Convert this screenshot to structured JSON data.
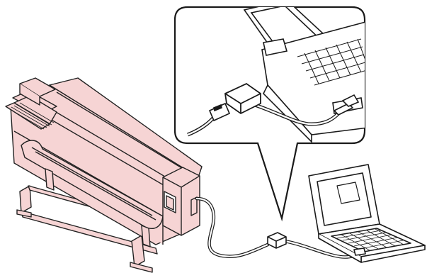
{
  "diagram": {
    "subject": "usb-connection-printer-to-computer",
    "components": [
      {
        "name": "large-format-printer-icon"
      },
      {
        "name": "laptop-computer-icon"
      },
      {
        "name": "usb-cable-icon"
      },
      {
        "name": "usb-connector-icon"
      },
      {
        "name": "callout-bubble"
      }
    ],
    "colors": {
      "printer_fill": "#f6d4d4",
      "printer_stroke": "#222222",
      "line": "#1a1a1a",
      "laptop_fill": "#ffffff",
      "background": "#ffffff"
    },
    "callout": {
      "shows": "usb-cable-plugged-into-laptop-side-port"
    }
  }
}
